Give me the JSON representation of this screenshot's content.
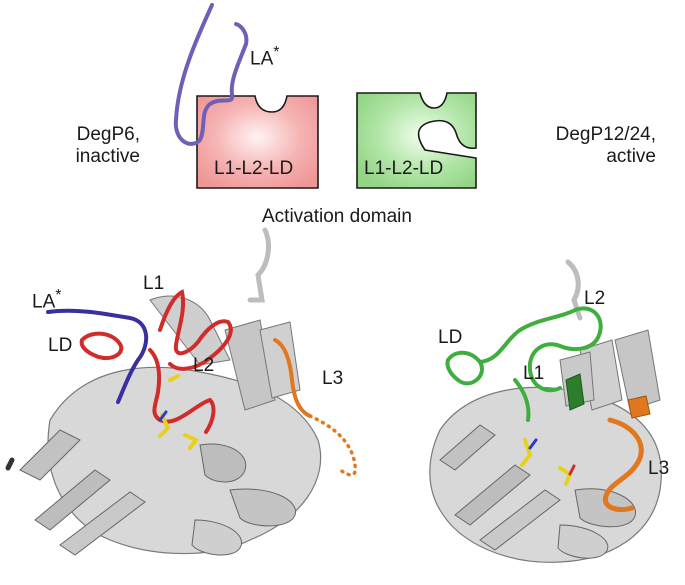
{
  "schematic": {
    "left_state": [
      "DegP6,",
      "inactive"
    ],
    "right_state": [
      "DegP12/24,",
      "active"
    ],
    "left_box_label": "L1-L2-LD",
    "right_box_label": "L1-L2-LD",
    "la_label": "LA",
    "la_mark": "*",
    "caption": "Activation domain",
    "colors": {
      "inactive_box": "#f4a3a3",
      "active_box": "#a6dc9c",
      "la_loop": "#6e5fb8"
    }
  },
  "structures": {
    "left": {
      "la": "LA",
      "la_mark": "*",
      "ld": "LD",
      "l1": "L1",
      "l2": "L2",
      "l3": "L3"
    },
    "right": {
      "ld": "LD",
      "l1": "L1",
      "l2": "L2",
      "l3": "L3"
    },
    "colors": {
      "red_loops": "#d12c2c",
      "green_loops": "#3fae3f",
      "orange_l3": "#e0781f",
      "blue_la": "#3a2f9e",
      "ribbon": "#c8c8c8"
    }
  }
}
